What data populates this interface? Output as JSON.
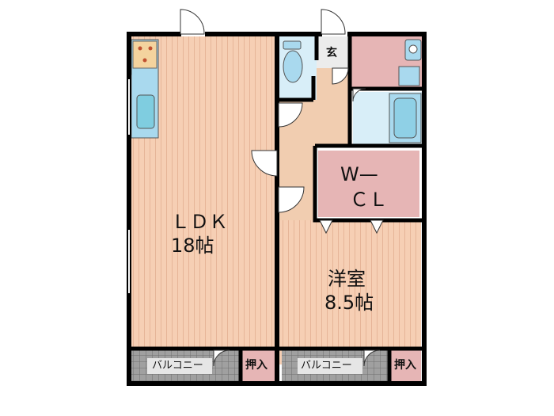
{
  "rooms": {
    "ldk": {
      "name": "ＬＤＫ",
      "size": "18帖"
    },
    "western": {
      "name": "洋室",
      "size": "8.5帖"
    },
    "wcl": {
      "line1": "W—",
      "line2": "ＣＬ"
    },
    "entrance": "玄",
    "balcony_left": "バルコニー",
    "balcony_right": "バルコニー",
    "closet_left": "押入",
    "closet_right": "押入"
  },
  "colors": {
    "floor_wood": "#f6cfb4",
    "floor_wood_line": "#e6b598",
    "entrance_floor": "#f1cdb0",
    "wet_area": "#d8eef8",
    "fixture_blue": "#a9d9ee",
    "wc_pink": "#e6b5b5",
    "closet_pink": "#e6b5b5",
    "balcony_grey": "#9a9a9a",
    "wall": "#000000"
  },
  "icons": [
    "stove-icon",
    "sink-icon",
    "toilet-icon",
    "bathtub-icon",
    "washbasin-icon",
    "washer-icon"
  ]
}
